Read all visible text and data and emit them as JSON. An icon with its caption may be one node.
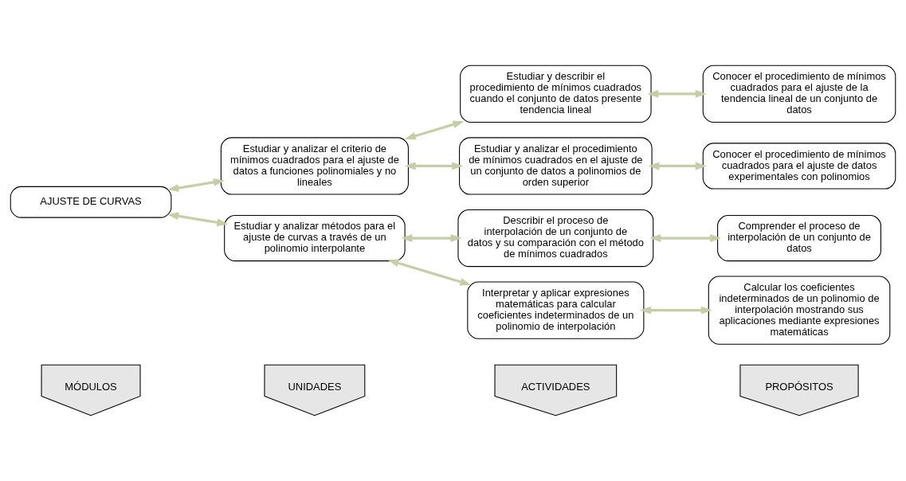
{
  "diagram": {
    "nodes": [
      {
        "text": [
          "MÓDULOS"
        ]
      },
      {
        "text": [
          "UNIDADES"
        ]
      },
      {
        "text": [
          "ACTIVIDADES"
        ]
      },
      {
        "text": [
          "PROPÓSITOS"
        ]
      },
      {
        "text": [
          "AJUSTE DE CURVAS"
        ]
      },
      {
        "text": [
          "Estudiar y analizar el criterio de mínimos cuadrados para el ajuste de datos a funciones polinomiales y no lineales"
        ]
      },
      {
        "text": [
          "Estudiar y analizar métodos para el ajuste de curvas a través de un polinomio interpolante"
        ]
      },
      {
        "text": [
          "Estudiar y describir el procedimiento de mínimos cuadrados cuando el conjunto de datos presente tendencia lineal"
        ]
      },
      {
        "text": [
          "Estudiar y analizar el procedimiento de mínimos cuadrados en el ajuste de un conjunto de datos a polinomios de orden superior"
        ]
      },
      {
        "text": [
          "Describir el proceso de interpolación de un conjunto de datos y su comparación con el método de mínimos cuadrados"
        ]
      },
      {
        "text": [
          "Interpretar y aplicar expresiones matemáticas para calcular coeficientes indeterminados de un polinomio de interpolación"
        ]
      },
      {
        "text": [
          "Conocer el procedimiento de mínimos cuadrados para el ajuste de la tendencia lineal de un conjunto de datos"
        ]
      },
      {
        "text": [
          "Conocer el procedimiento de mínimos cuadrados para el ajuste de datos experimentales con polinomios"
        ]
      },
      {
        "text": [
          "Comprender el proceso de interpolación de un conjunto de datos"
        ]
      },
      {
        "text": [
          "Calcular los coeficientes indeterminados de un polinomio de interpolación mostrando sus aplicaciones mediante expresiones matemáticas"
        ]
      }
    ],
    "edges": [
      {
        "from": 4,
        "to": 5,
        "arrow": "both"
      },
      {
        "from": 4,
        "to": 6,
        "arrow": "both"
      },
      {
        "from": 5,
        "to": 7,
        "arrow": "both"
      },
      {
        "from": 5,
        "to": 8,
        "arrow": "both"
      },
      {
        "from": 6,
        "to": 9,
        "arrow": "both"
      },
      {
        "from": 6,
        "to": 10,
        "arrow": "both"
      },
      {
        "from": 7,
        "to": 11,
        "arrow": "both"
      },
      {
        "from": 8,
        "to": 12,
        "arrow": "both"
      },
      {
        "from": 9,
        "to": 13,
        "arrow": "both"
      },
      {
        "from": 10,
        "to": 14,
        "arrow": "both"
      }
    ]
  }
}
